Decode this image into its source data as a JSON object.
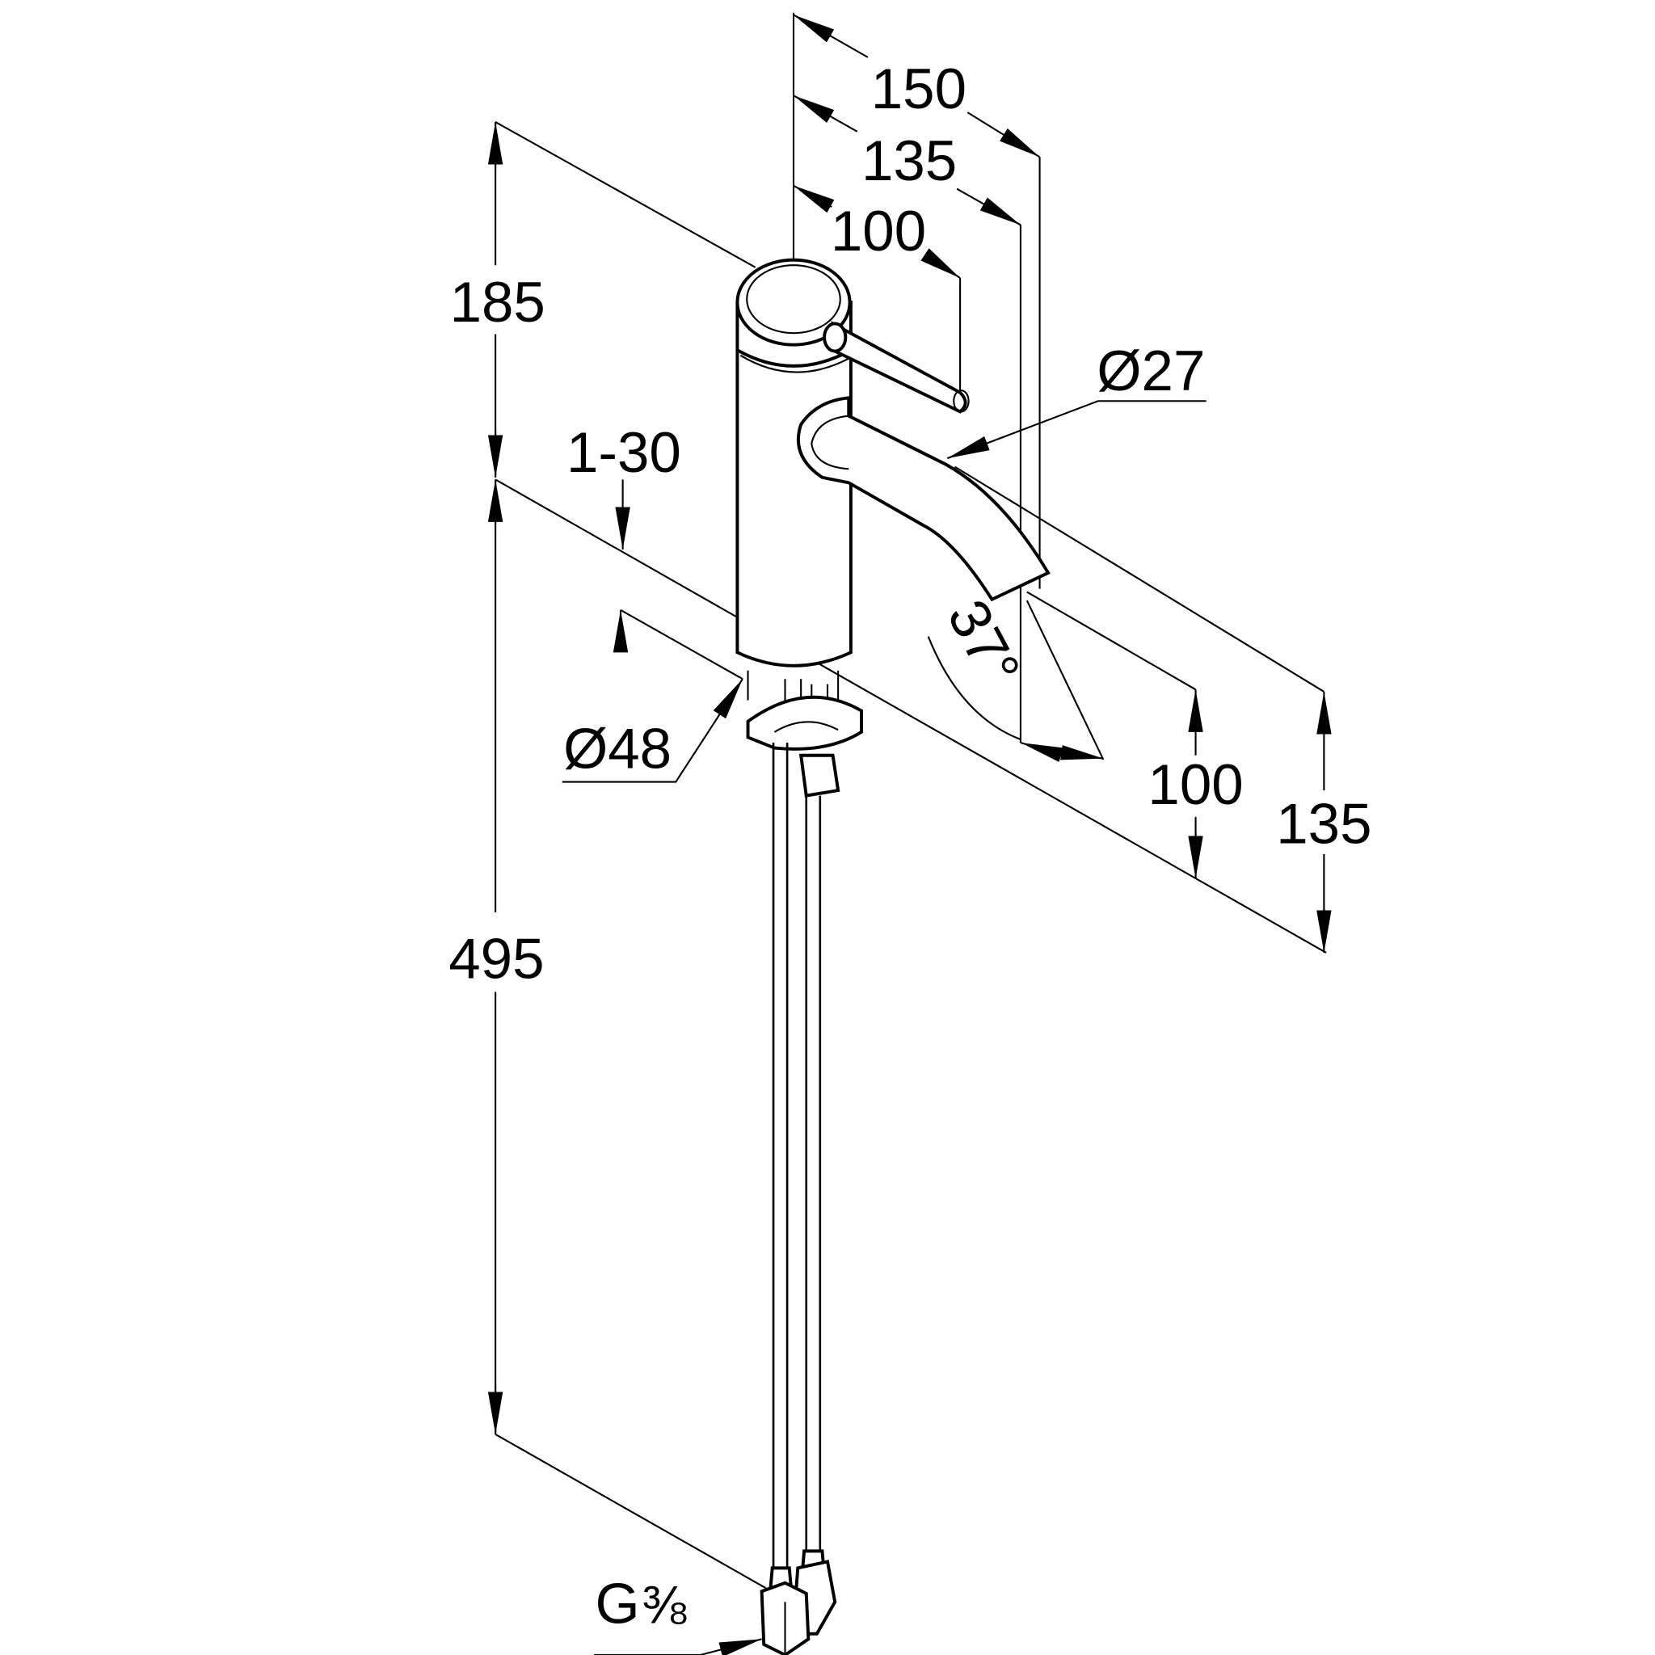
{
  "drawing": {
    "type": "faucet dimension drawing",
    "dimensions": {
      "reach_150": "150",
      "reach_135": "135",
      "reach_100": "100",
      "height_185": "185",
      "hose_495": "495",
      "counter_thickness": "1-30",
      "base_diameter": "Ø48",
      "spout_diameter": "Ø27",
      "spout_angle": "37°",
      "spout_height_100": "100",
      "spout_height_135": "135",
      "connection_g": "G",
      "connection_fraction": "⅜"
    },
    "line_color": "#000000",
    "background": "#ffffff"
  }
}
